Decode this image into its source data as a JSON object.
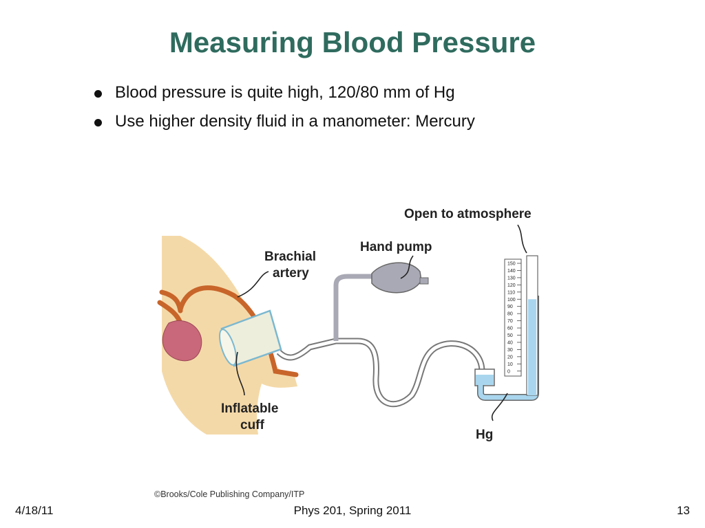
{
  "title": "Measuring Blood Pressure",
  "bullets": [
    "Blood pressure is quite high, 120/80 mm of Hg",
    "Use higher density fluid in a manometer: Mercury"
  ],
  "figure": {
    "labels": {
      "brachial_line1": "Brachial",
      "brachial_line2": "artery",
      "hand_pump": "Hand pump",
      "open_to_atmosphere": "Open to atmosphere",
      "cuff_line1": "Inflatable",
      "cuff_line2": "cuff",
      "hg": "Hg"
    },
    "scale_ticks": [
      "150",
      "140",
      "130",
      "120",
      "110",
      "100",
      "90",
      "80",
      "70",
      "60",
      "50",
      "40",
      "30",
      "20",
      "10",
      "0"
    ],
    "mercury_level_mmHg": 100,
    "colors": {
      "skin": "#f4d9a8",
      "artery": "#c8652a",
      "heart": "#c9687a",
      "pump": "#a9a9b5",
      "mercury": "#a9d6ee",
      "cuff": "#eeeedc"
    },
    "credit": "©Brooks/Cole Publishing Company/ITP"
  },
  "footer": {
    "date": "4/18/11",
    "course": "Phys 201, Spring 2011",
    "page": "13"
  }
}
